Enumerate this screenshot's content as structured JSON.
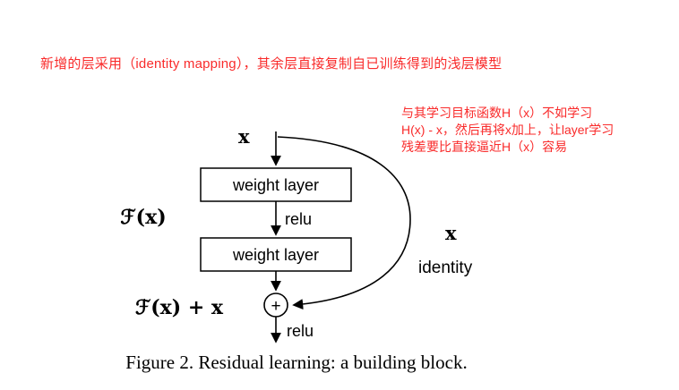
{
  "annotations": {
    "accent_red": "#f92b2b",
    "top_note": "新增的层采用（identity mapping），其余层直接复制自已训练得到的浅层模型",
    "side_note_line1": "与其学习目标函数H（x）不如学习",
    "side_note_line2": "H(x) - x，然后再将x加上，让layer学习",
    "side_note_line3": "残差要比直接逼近H（x）容易"
  },
  "diagram": {
    "input_label": "x",
    "weight_layer1": "weight layer",
    "relu1": "relu",
    "weight_layer2": "weight layer",
    "f_label": "ℱ(x)",
    "plus": "+",
    "sum_label": "ℱ(x) + x",
    "relu2": "relu",
    "identity_x": "x",
    "identity_label": "identity"
  },
  "caption": "Figure 2. Residual learning: a building block."
}
